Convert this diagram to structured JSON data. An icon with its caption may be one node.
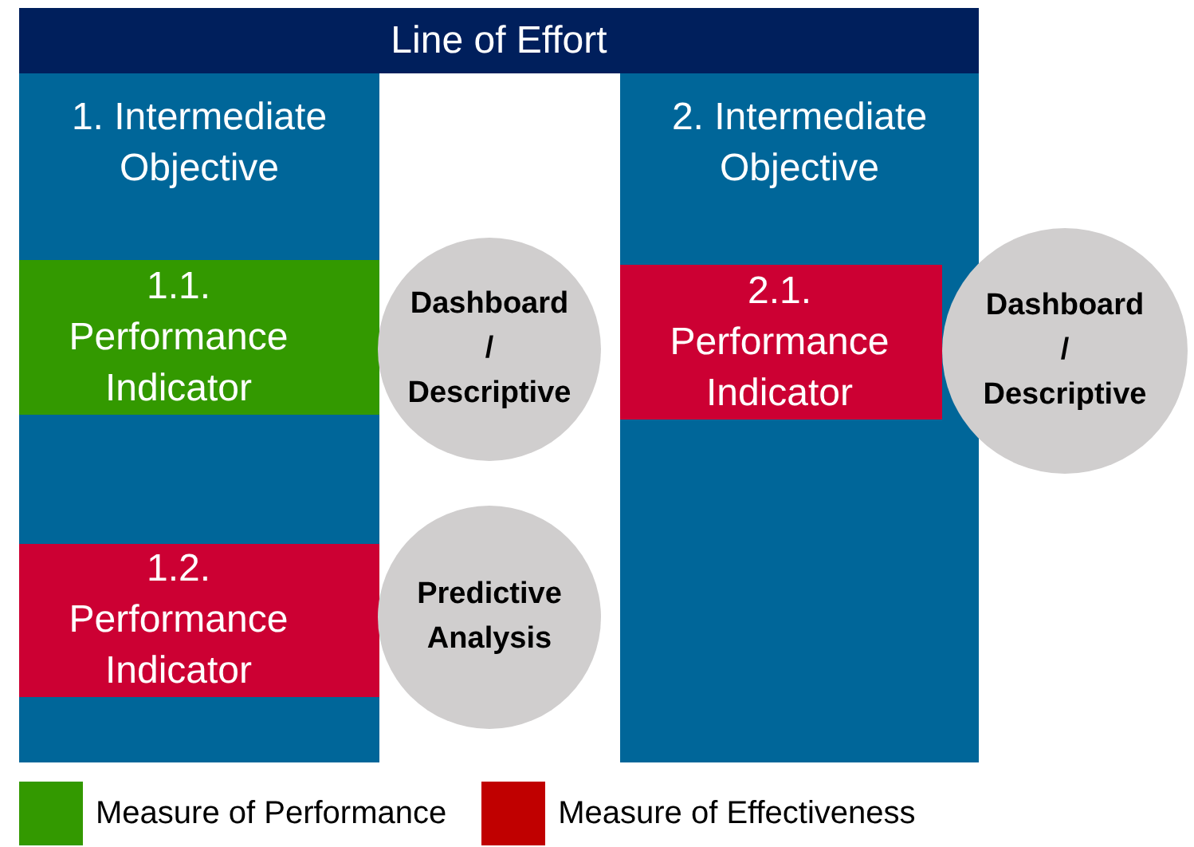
{
  "diagram": {
    "nodes": [
      {
        "text": [
          "Line of Effort"
        ]
      },
      {
        "text": [
          "1. Intermediate Objective"
        ]
      },
      {
        "text": [
          "1.1. Performance Indicator"
        ],
        "in": 1
      },
      {
        "text": [
          "Dashboard / Descriptive"
        ]
      },
      {
        "text": [
          "1.2. Performance Indicator"
        ],
        "in": 1
      },
      {
        "text": [
          "Predictive Analysis"
        ]
      },
      {
        "text": [
          "2. Intermediate Objective"
        ]
      },
      {
        "text": [
          "2.1. Performance Indicator"
        ],
        "in": 6
      },
      {
        "text": [
          "Dashboard / Descriptive"
        ]
      }
    ],
    "legend": [
      {
        "text": "Measure of Performance",
        "color": "#339900"
      },
      {
        "text": "Measure of Effectiveness",
        "color": "#c00000"
      }
    ]
  }
}
